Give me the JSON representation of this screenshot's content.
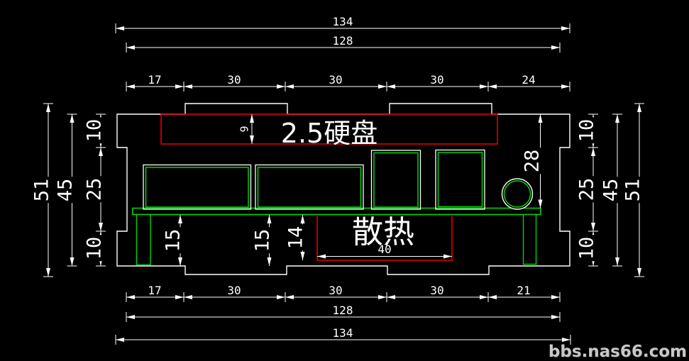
{
  "dims": {
    "top": {
      "overall": "134",
      "inner": "128",
      "chain": [
        "17",
        "30",
        "30",
        "30",
        "24"
      ]
    },
    "bottom": {
      "chain": [
        "17",
        "30",
        "30",
        "30",
        "21"
      ],
      "inner": "128",
      "overall": "134"
    },
    "left": {
      "overall": "51",
      "inner": "45",
      "segs": [
        "10",
        "25",
        "10"
      ]
    },
    "right": {
      "segs": [
        "10",
        "25",
        "10"
      ],
      "inner": "45",
      "overall": "51",
      "top_to_board": "28"
    },
    "detail": {
      "bay_height": "9",
      "standoff_left": "15",
      "standoff_mid": "15",
      "heatsink_height": "14",
      "heatsink_width": "40"
    }
  },
  "labels": {
    "drive_bay": "2.5硬盘",
    "heatsink": "散热"
  },
  "watermark": "bbs.nas66.com",
  "colors": {
    "background": "#000000",
    "outline": "#ffffff",
    "highlight_red": "#e00000",
    "component_green": "#00d400",
    "watermark_gray": "#c8c8c8"
  }
}
